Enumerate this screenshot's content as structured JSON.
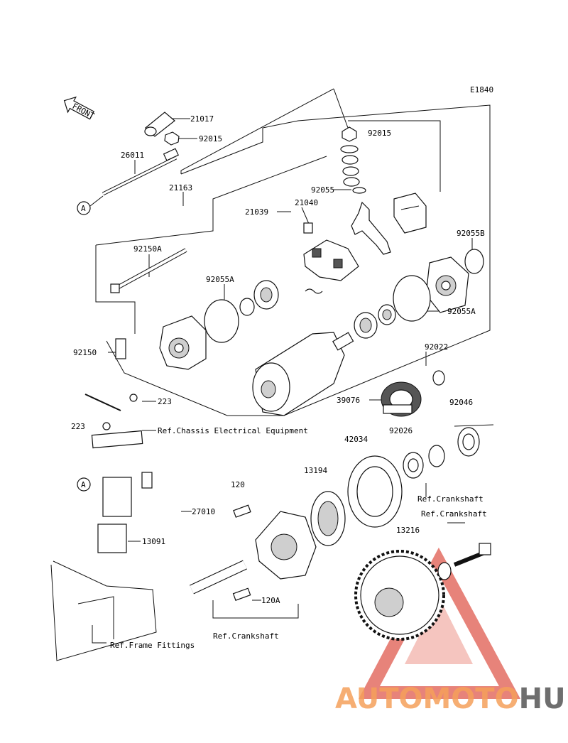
{
  "diagram_code": "E1840",
  "front_label": "FRONT",
  "callout_a": "A",
  "parts": {
    "p21017": "21017",
    "p92015_a": "92015",
    "p26011": "26011",
    "p21163": "21163",
    "p92015_b": "92015",
    "p92055": "92055",
    "p21039": "21039",
    "p21040": "21040",
    "p92055B": "92055B",
    "p92150A": "92150A",
    "p92055A_a": "92055A",
    "p92055A_b": "92055A",
    "p92150": "92150",
    "p92022": "92022",
    "p39076": "39076",
    "p92046": "92046",
    "p223_a": "223",
    "p223_b": "223",
    "p42034": "42034",
    "p92026": "92026",
    "p13194": "13194",
    "p120": "120",
    "p27010": "27010",
    "p13091": "13091",
    "p13216": "13216",
    "p120A": "120A"
  },
  "refs": {
    "chassis": "Ref.Chassis Electrical Equipment",
    "crankshaft_a": "Ref.Crankshaft",
    "crankshaft_b": "Ref.Crankshaft",
    "crankshaft_c": "Ref.Crankshaft",
    "frame": "Ref.Frame Fittings"
  },
  "watermark": {
    "part1": "AUTOMOTO",
    "part2": "HUB",
    "color1": "#f5a05a",
    "color2": "#555555",
    "logo_color": "#e05a4e"
  }
}
